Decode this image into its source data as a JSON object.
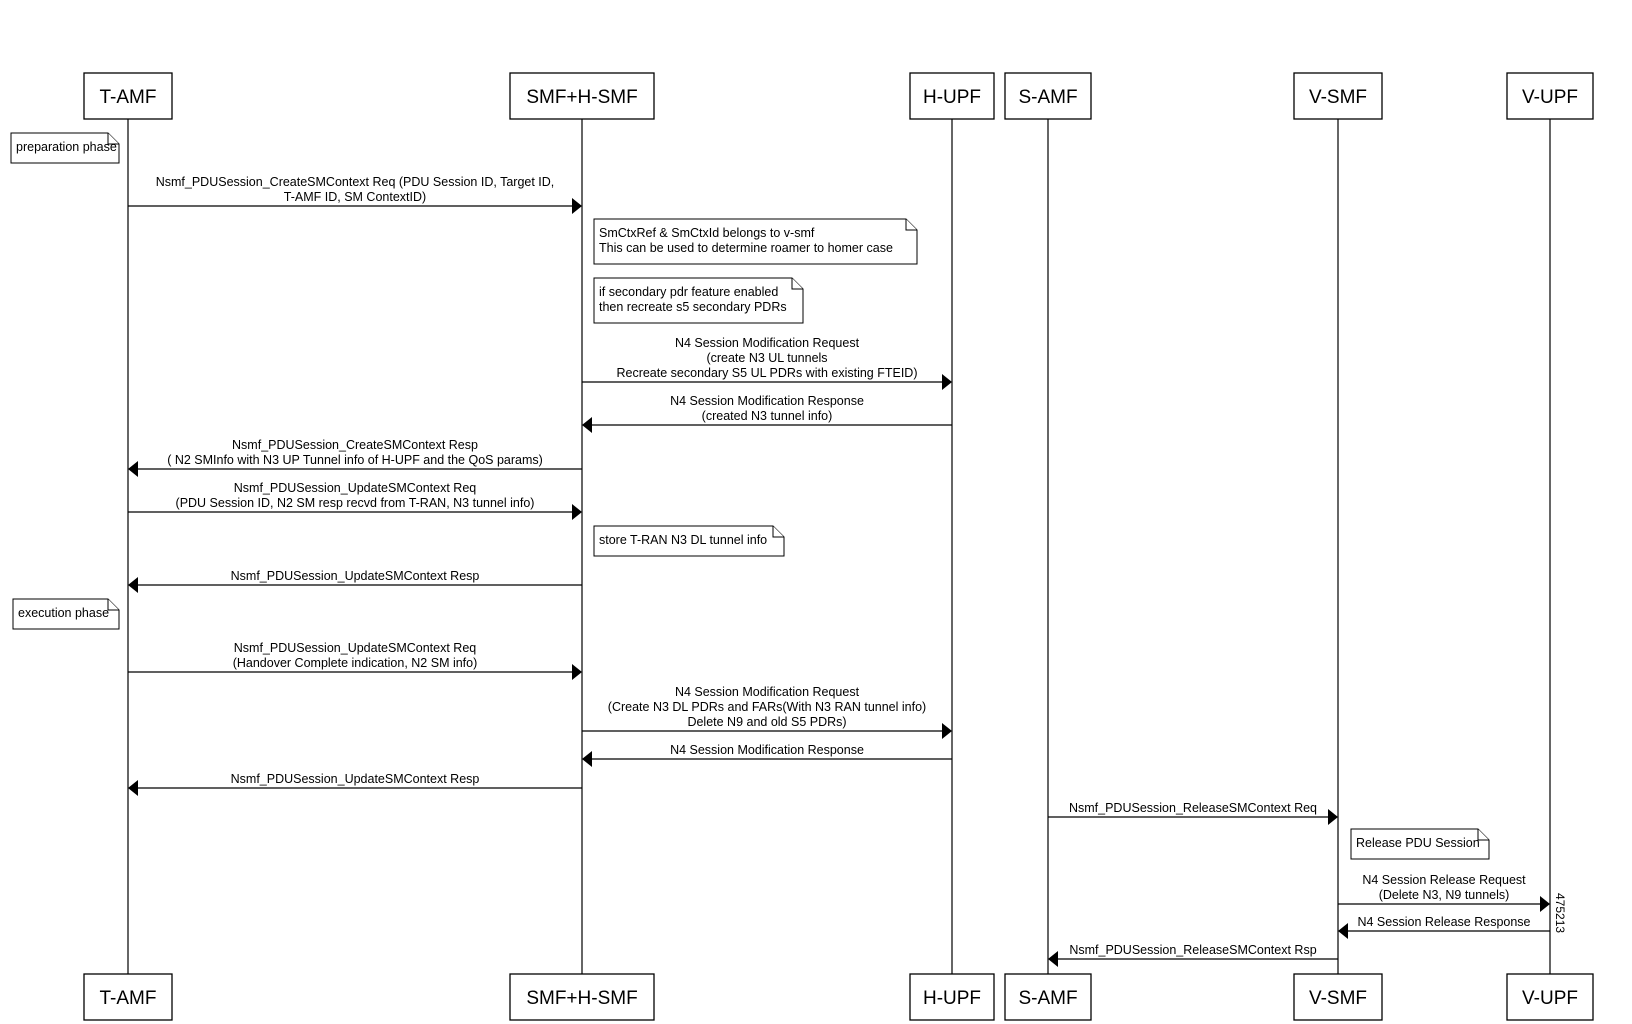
{
  "participants": [
    {
      "id": "tamf",
      "label": "T-AMF"
    },
    {
      "id": "smf",
      "label": "SMF+H-SMF"
    },
    {
      "id": "hupf",
      "label": "H-UPF"
    },
    {
      "id": "samf",
      "label": "S-AMF"
    },
    {
      "id": "vsmf",
      "label": "V-SMF"
    },
    {
      "id": "vupf",
      "label": "V-UPF"
    }
  ],
  "messages": [
    {
      "from": "tamf",
      "to": "smf",
      "lines": [
        "Nsmf_PDUSession_CreateSMContext Req (PDU Session ID, Target ID,",
        "T-AMF ID, SM ContextID)"
      ]
    },
    {
      "from": "smf",
      "to": "hupf",
      "lines": [
        "N4 Session Modification Request",
        "(create N3 UL tunnels",
        "Recreate secondary S5 UL PDRs with existing FTEID)"
      ]
    },
    {
      "from": "hupf",
      "to": "smf",
      "lines": [
        "N4 Session Modification Response",
        "(created N3 tunnel info)"
      ]
    },
    {
      "from": "smf",
      "to": "tamf",
      "lines": [
        "Nsmf_PDUSession_CreateSMContext Resp",
        "( N2 SMInfo with N3 UP Tunnel info of H-UPF and the QoS params)"
      ]
    },
    {
      "from": "tamf",
      "to": "smf",
      "lines": [
        "Nsmf_PDUSession_UpdateSMContext Req",
        "(PDU Session ID, N2 SM resp recvd from T-RAN, N3 tunnel info)"
      ]
    },
    {
      "from": "smf",
      "to": "tamf",
      "lines": [
        "Nsmf_PDUSession_UpdateSMContext Resp"
      ]
    },
    {
      "from": "tamf",
      "to": "smf",
      "lines": [
        "Nsmf_PDUSession_UpdateSMContext Req",
        "(Handover Complete indication, N2 SM info)"
      ]
    },
    {
      "from": "smf",
      "to": "hupf",
      "lines": [
        "N4 Session Modification Request",
        "(Create N3 DL PDRs and FARs(With N3 RAN tunnel info)",
        "Delete N9 and old S5 PDRs)"
      ]
    },
    {
      "from": "hupf",
      "to": "smf",
      "lines": [
        "N4 Session Modification Response"
      ]
    },
    {
      "from": "smf",
      "to": "tamf",
      "lines": [
        "Nsmf_PDUSession_UpdateSMContext Resp"
      ]
    },
    {
      "from": "samf",
      "to": "vsmf",
      "lines": [
        "Nsmf_PDUSession_ReleaseSMContext Req"
      ]
    },
    {
      "from": "vsmf",
      "to": "vupf",
      "lines": [
        "N4 Session Release Request",
        "(Delete N3, N9 tunnels)"
      ]
    },
    {
      "from": "vupf",
      "to": "vsmf",
      "lines": [
        "N4 Session Release Response"
      ]
    },
    {
      "from": "vsmf",
      "to": "samf",
      "lines": [
        "Nsmf_PDUSession_ReleaseSMContext Rsp"
      ]
    }
  ],
  "notes": [
    {
      "lines": [
        "preparation phase"
      ]
    },
    {
      "lines": [
        "SmCtxRef & SmCtxId belongs to v-smf",
        " This can be used to determine roamer to homer case"
      ]
    },
    {
      "lines": [
        "if secondary pdr feature enabled",
        " then recreate s5 secondary PDRs"
      ]
    },
    {
      "lines": [
        "store T-RAN N3 DL tunnel info"
      ]
    },
    {
      "lines": [
        "execution phase"
      ]
    },
    {
      "lines": [
        "Release PDU Session"
      ]
    }
  ],
  "figure_id": "475213"
}
